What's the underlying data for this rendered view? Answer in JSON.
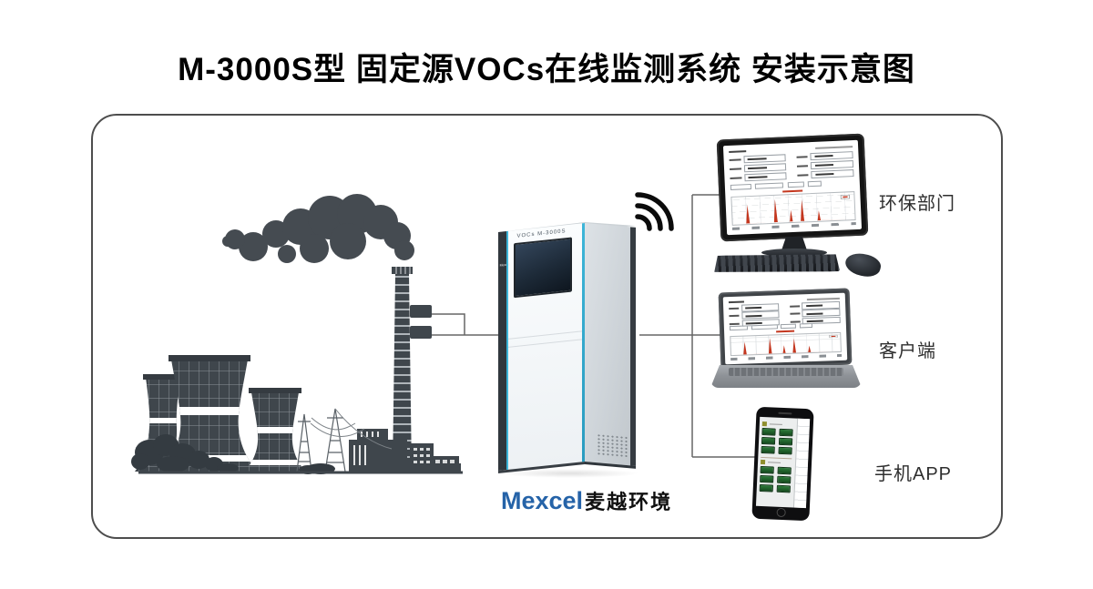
{
  "page": {
    "title": "M-3000S型 固定源VOCs在线监测系统 安装示意图"
  },
  "diagram": {
    "endpoints": [
      {
        "id": "epa",
        "label": "环保部门",
        "device": "desktop-computer"
      },
      {
        "id": "client",
        "label": "客户端",
        "device": "laptop"
      },
      {
        "id": "mobile",
        "label": "手机APP",
        "device": "smartphone"
      }
    ],
    "analyzer": {
      "model_text": "VOCs M-3000S",
      "brand_text": "Mexcel"
    },
    "brand": {
      "en": "Mexcel",
      "cn": "麦越环境"
    },
    "colors": {
      "accent_cyan": "#3db5d8",
      "alarm_red": "#c4371f",
      "data_green": "#1e5b28",
      "logo_blue": "#2563a8",
      "silhouette_dark": "#3f464c"
    }
  }
}
